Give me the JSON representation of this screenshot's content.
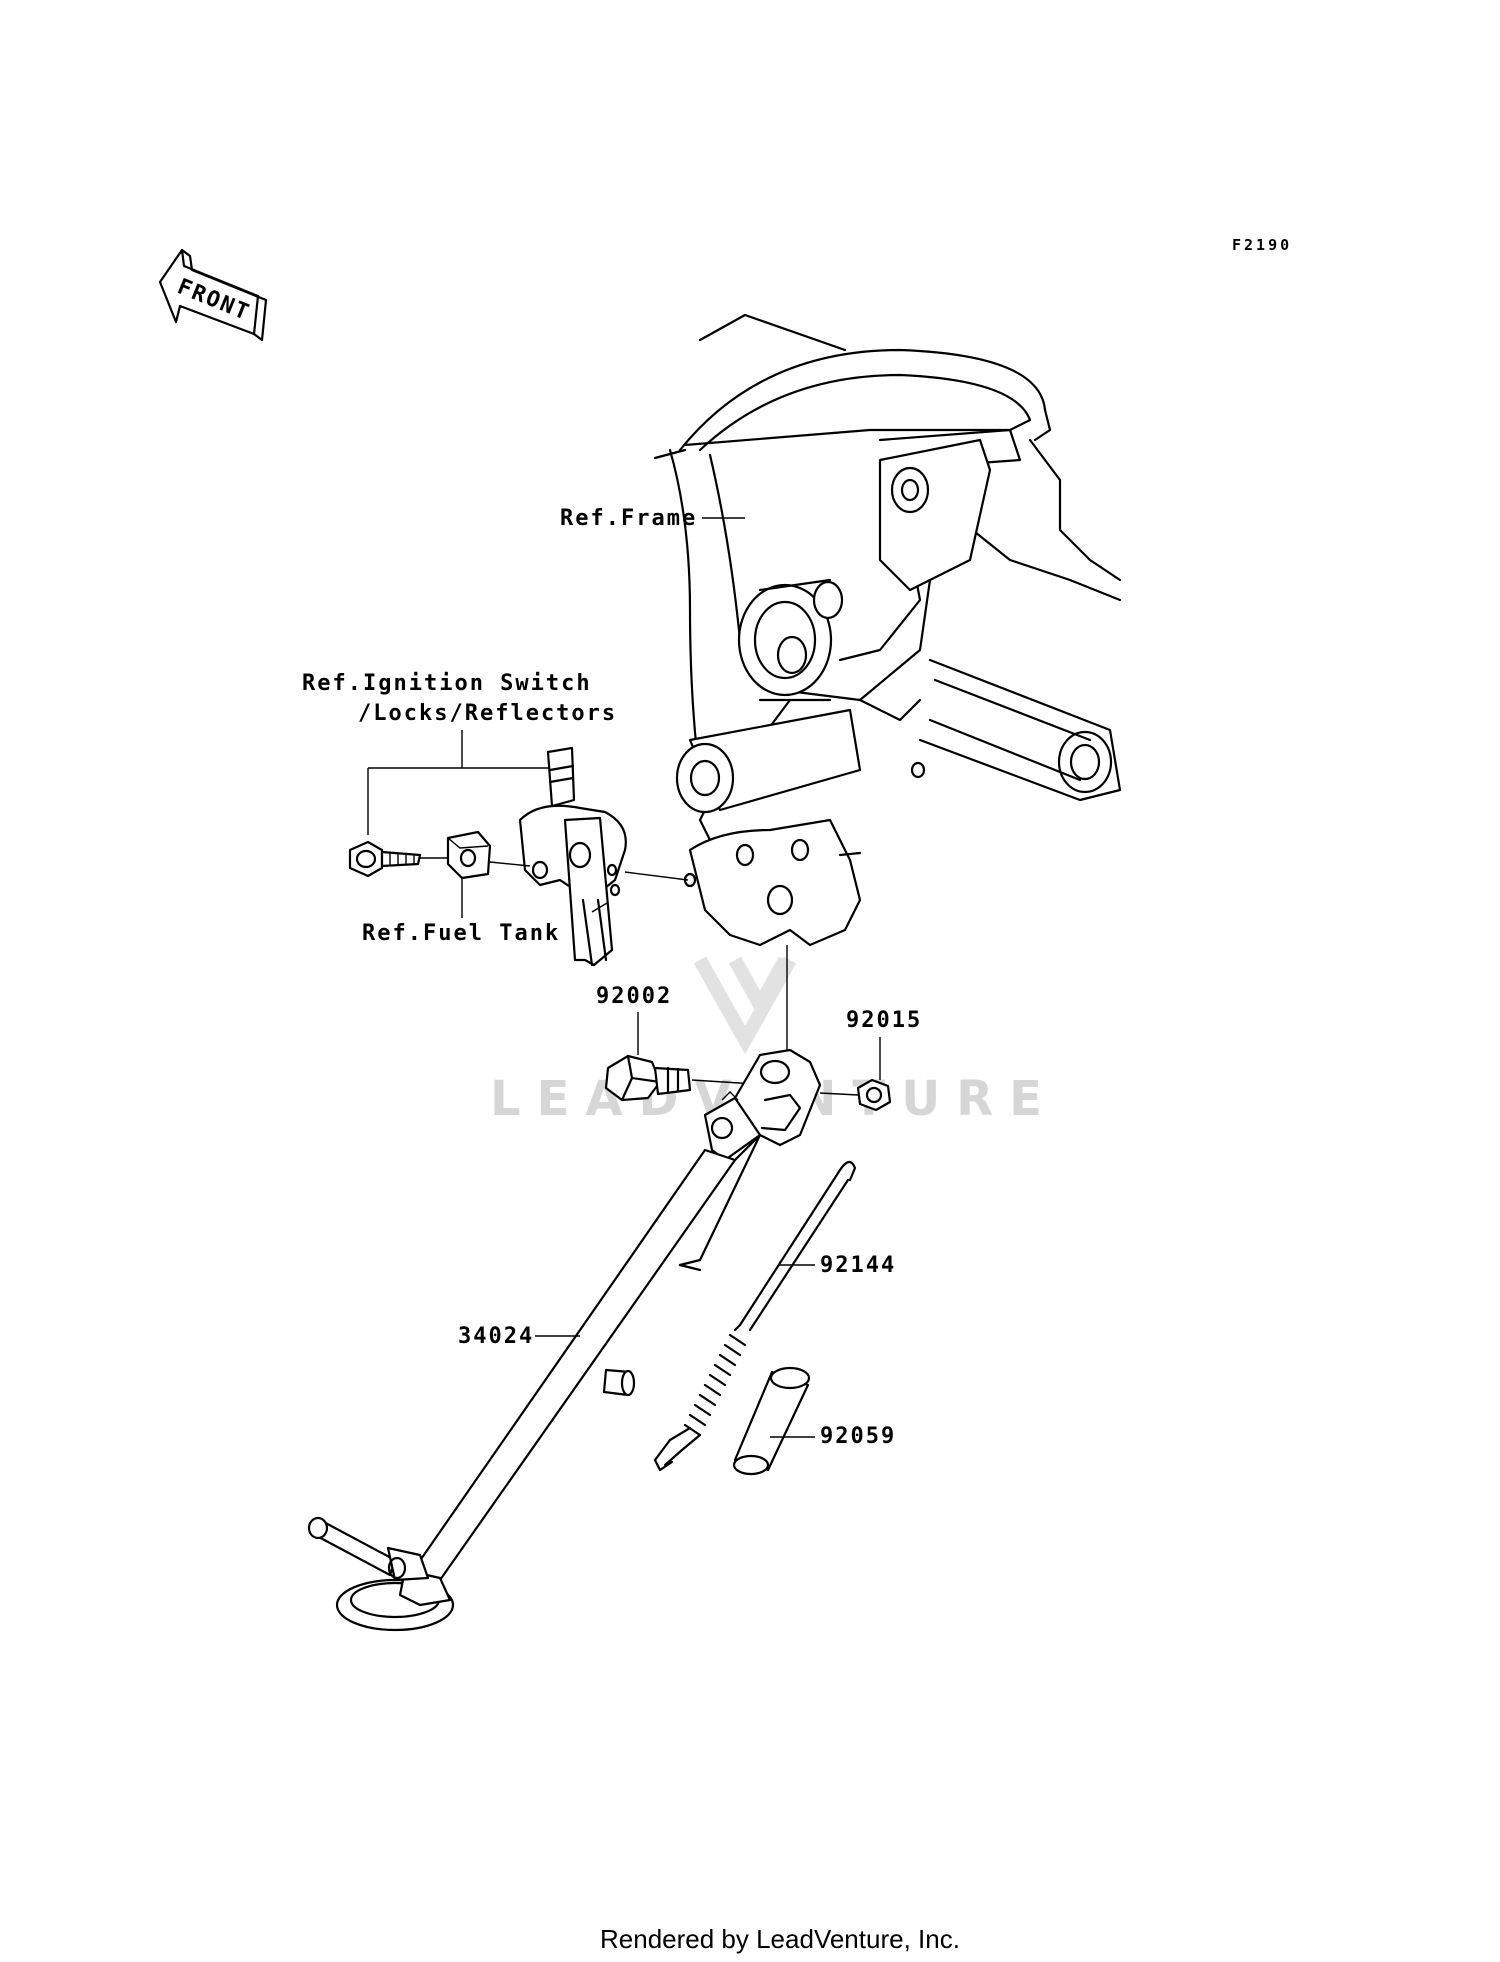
{
  "diagram_code": "F2190",
  "front_arrow_label": "FRONT",
  "labels": {
    "ref_frame": "Ref.Frame",
    "ref_ignition_line1": "Ref.Ignition Switch",
    "ref_ignition_line2": "/Locks/Reflectors",
    "ref_fuel_tank": "Ref.Fuel Tank",
    "p92002": "92002",
    "p92015": "92015",
    "p92144": "92144",
    "p34024": "34024",
    "p92059": "92059"
  },
  "watermark": "LEADVENTURE",
  "footer": "Rendered by LeadVenture, Inc."
}
